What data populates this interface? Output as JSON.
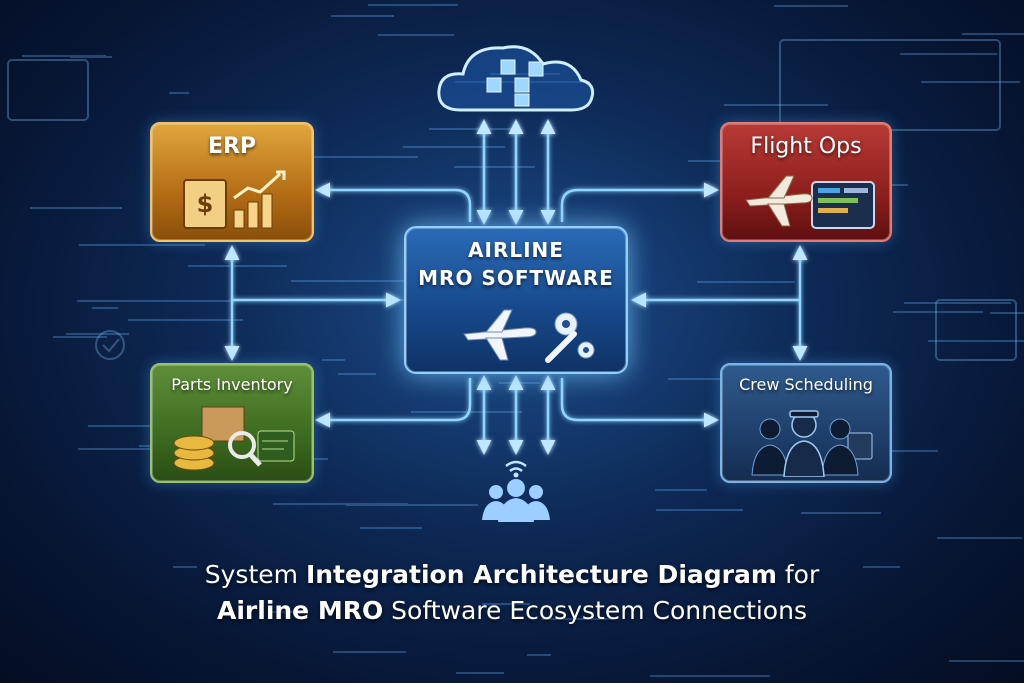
{
  "diagram": {
    "center": {
      "line1": "AIRLINE",
      "line2": "MRO SOFTWARE"
    },
    "nodes": {
      "erp": "ERP",
      "flight_ops": "Flight Ops",
      "parts_inventory": "Parts Inventory",
      "crew_scheduling": "Crew Scheduling"
    },
    "icons": {
      "top": "cloud-network-icon",
      "bottom": "wireless-users-icon"
    },
    "colors": {
      "erp": "#c7861f",
      "flight_ops": "#a12c28",
      "parts_inventory": "#4f7d2c",
      "crew_scheduling": "#27507e",
      "center": "#1d5aa6",
      "connector": "#7fd0ff"
    }
  },
  "caption": {
    "line1": {
      "a": "System ",
      "b": "Integration Architecture Diagram",
      "c": " for"
    },
    "line2": {
      "a": "Airline MRO",
      "b": " Software Ecosystem Connections"
    }
  }
}
